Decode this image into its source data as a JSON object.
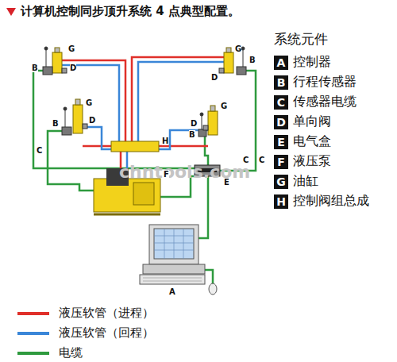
{
  "diagram": {
    "title": "计算机控制同步顶升系统 4 点典型配置。",
    "nodes": [
      {
        "text": [
          "A",
          "控制器"
        ]
      },
      {
        "text": [
          "B",
          "行程传感器"
        ]
      },
      {
        "text": [
          "C",
          "传感器电缆"
        ]
      },
      {
        "text": [
          "D",
          "单向阀"
        ]
      },
      {
        "text": [
          "E",
          "电气盒"
        ]
      },
      {
        "text": [
          "F",
          "液压泵"
        ]
      },
      {
        "text": [
          "G",
          "油缸"
        ]
      },
      {
        "text": [
          "H",
          "控制阀组总成"
        ]
      }
    ],
    "labels": [
      "系统元件",
      "G",
      "D",
      "B",
      "G",
      "D",
      "B",
      "G",
      "D",
      "B",
      "G",
      "D",
      "B",
      "C",
      "C",
      "C",
      "H",
      "F",
      "E",
      "A",
      "chntools.com"
    ],
    "legend": [
      {
        "text": "液压软管（进程）",
        "color": "#e0302a"
      },
      {
        "text": "液压软管（回程）",
        "color": "#3a86d8"
      },
      {
        "text": "电缆",
        "color": "#2e9a3e"
      }
    ]
  }
}
